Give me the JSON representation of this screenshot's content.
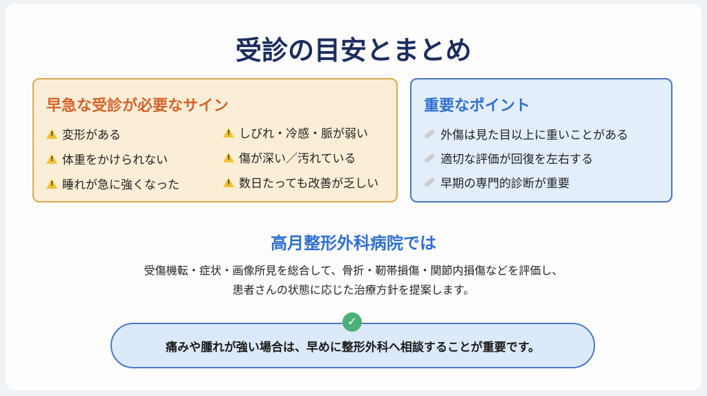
{
  "title": "受診の目安とまとめ",
  "urgent": {
    "heading": "早急な受診が必要なサイン",
    "items": [
      "変形がある",
      "体重をかけられない",
      "睡れが急に強くなった",
      "しびれ・冷感・脈が弱い",
      "傷が深い／汚れている",
      "数日たっても改善が乏しい"
    ]
  },
  "points": {
    "heading": "重要なポイント",
    "items": [
      "外傷は見た目以上に重いことがある",
      "適切な評価が回復を左右する",
      "早期の専門的診断が重要"
    ]
  },
  "hospital": {
    "heading": "高月整形外科病院では",
    "lines": [
      "受傷機転・症状・画像所見を総合して、骨折・靭帯損傷・関節内損傷などを評価し、",
      "患者さんの状態に応じた治療方針を提案します。"
    ]
  },
  "conclusion": "痛みや腫れが強い場合は、早めに整形外科へ相談することが重要です。",
  "icons": {
    "warning": "warning-icon",
    "bandage": "bandage-icon",
    "check": "check-icon"
  },
  "colors": {
    "title": "#1b2d5c",
    "urgent": "#d2622a",
    "accent": "#2f6fce",
    "check": "#4caf78"
  }
}
